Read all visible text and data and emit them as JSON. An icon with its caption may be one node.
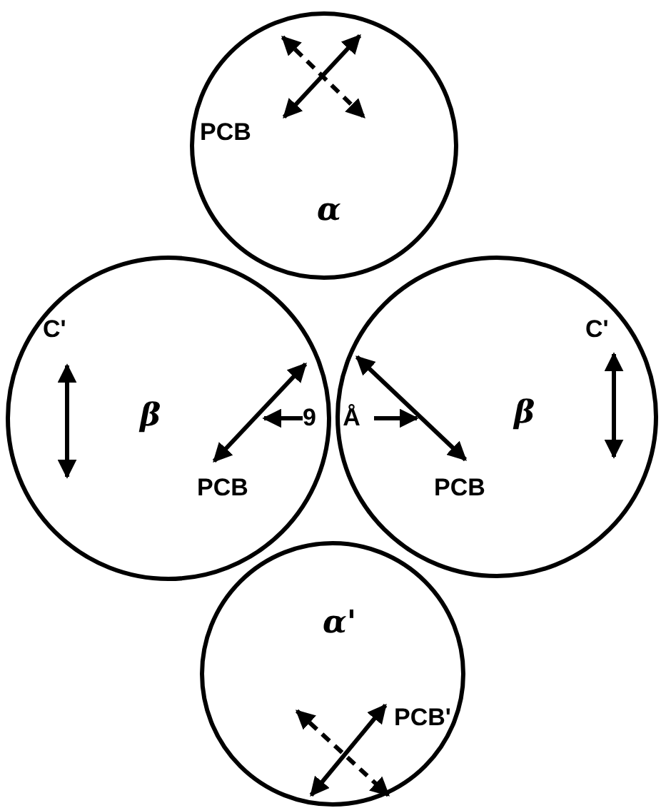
{
  "diagram": {
    "nodes": [
      {
        "text": [
          "PCB",
          "α"
        ]
      },
      {
        "text": [
          "C'",
          "β",
          "PCB"
        ]
      },
      {
        "text": [
          "C'",
          "β",
          "PCB"
        ]
      },
      {
        "text": [
          "α'",
          "PCB'"
        ]
      }
    ],
    "labels": [
      "9 Å"
    ]
  }
}
